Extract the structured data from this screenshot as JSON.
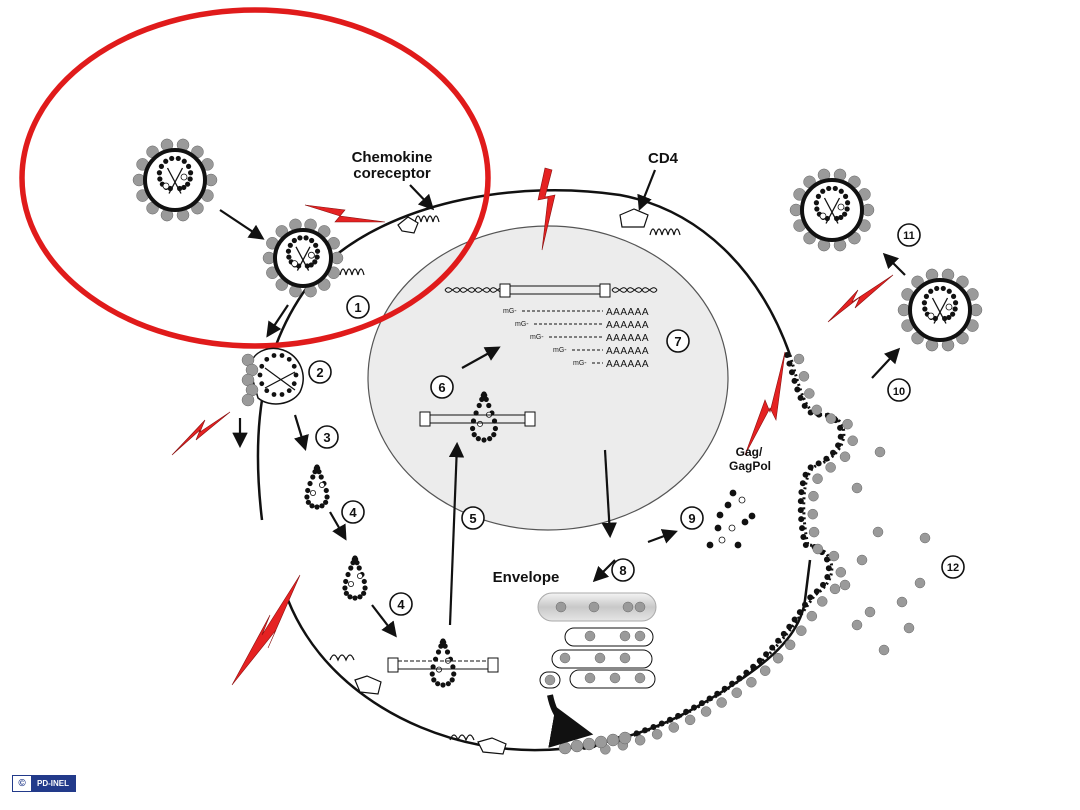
{
  "labels": {
    "chemokine_line1": "Chemokine",
    "chemokine_line2": "coreceptor",
    "cd4": "CD4",
    "envelope": "Envelope",
    "gag_line1": "Gag/",
    "gag_line2": "GagPol"
  },
  "steps": [
    "1",
    "2",
    "3",
    "4",
    "4",
    "5",
    "6",
    "7",
    "8",
    "9",
    "10",
    "11",
    "12"
  ],
  "transcripts": [
    {
      "cap": "mG-",
      "tail": "AAAAAA"
    },
    {
      "cap": "mG-",
      "tail": "AAAAAA"
    },
    {
      "cap": "mG-",
      "tail": "AAAAAA"
    },
    {
      "cap": "mG-",
      "tail": "AAAAAA"
    },
    {
      "cap": "mG-",
      "tail": "AAAAAA"
    }
  ],
  "badge": {
    "icon": "creative-commons-icon",
    "symbol": "©",
    "text": "PD-INEL"
  },
  "colors": {
    "highlight": "#e01b1b",
    "lightning": "#e52222",
    "membrane": "#111111",
    "nucleus": "#ececec",
    "knob": "#9a9a9a"
  }
}
